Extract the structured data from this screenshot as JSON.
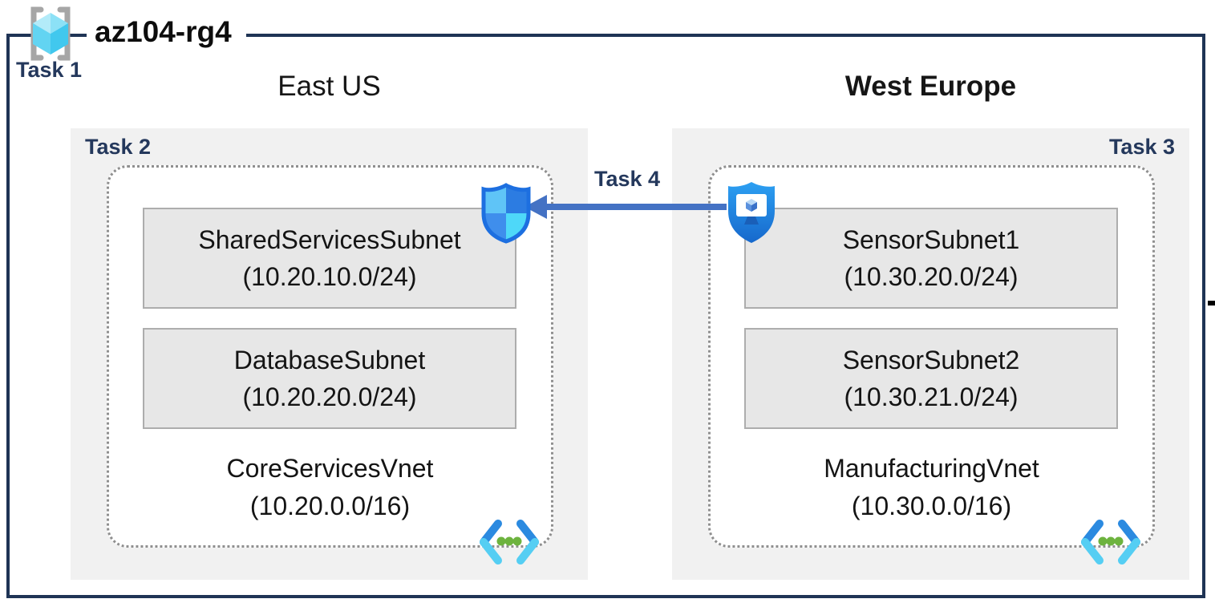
{
  "title": {
    "resource_group": "az104-rg4",
    "task_label": "Task 1"
  },
  "regions": {
    "east": {
      "label": "East US",
      "task_label": "Task 2",
      "vnet": {
        "name": "CoreServicesVnet",
        "cidr": "(10.20.0.0/16)",
        "subnets": [
          {
            "name": "SharedServicesSubnet",
            "cidr": "(10.20.10.0/24)"
          },
          {
            "name": "DatabaseSubnet",
            "cidr": "(10.20.20.0/24)"
          }
        ]
      }
    },
    "west": {
      "label": "West Europe",
      "task_label": "Task 3",
      "vnet": {
        "name": "ManufacturingVnet",
        "cidr": "(10.30.0.0/16)",
        "subnets": [
          {
            "name": "SensorSubnet1",
            "cidr": "(10.30.20.0/24)"
          },
          {
            "name": "SensorSubnet2",
            "cidr": "(10.30.21.0/24)"
          }
        ]
      }
    }
  },
  "peering": {
    "task_label": "Task 4",
    "direction": "right-to-left"
  },
  "icons": {
    "resource_group": "resource-group-icon",
    "nsg_shield": "network-security-group-shield-icon",
    "network_manager": "shield-monitor-icon",
    "virtual_network": "virtual-network-icon"
  },
  "colors": {
    "outer_border": "#1f3455",
    "task_label": "#24385c",
    "region_box": "#f1f1f1",
    "subnet_fill": "#e7e7e7",
    "subnet_border": "#adadad",
    "dotted_border": "#8f8f8f",
    "arrow": "#4472c4",
    "shield_blue": "#1d6fe0",
    "cyan": "#4ed8f9",
    "green_dots": "#6db33e"
  }
}
